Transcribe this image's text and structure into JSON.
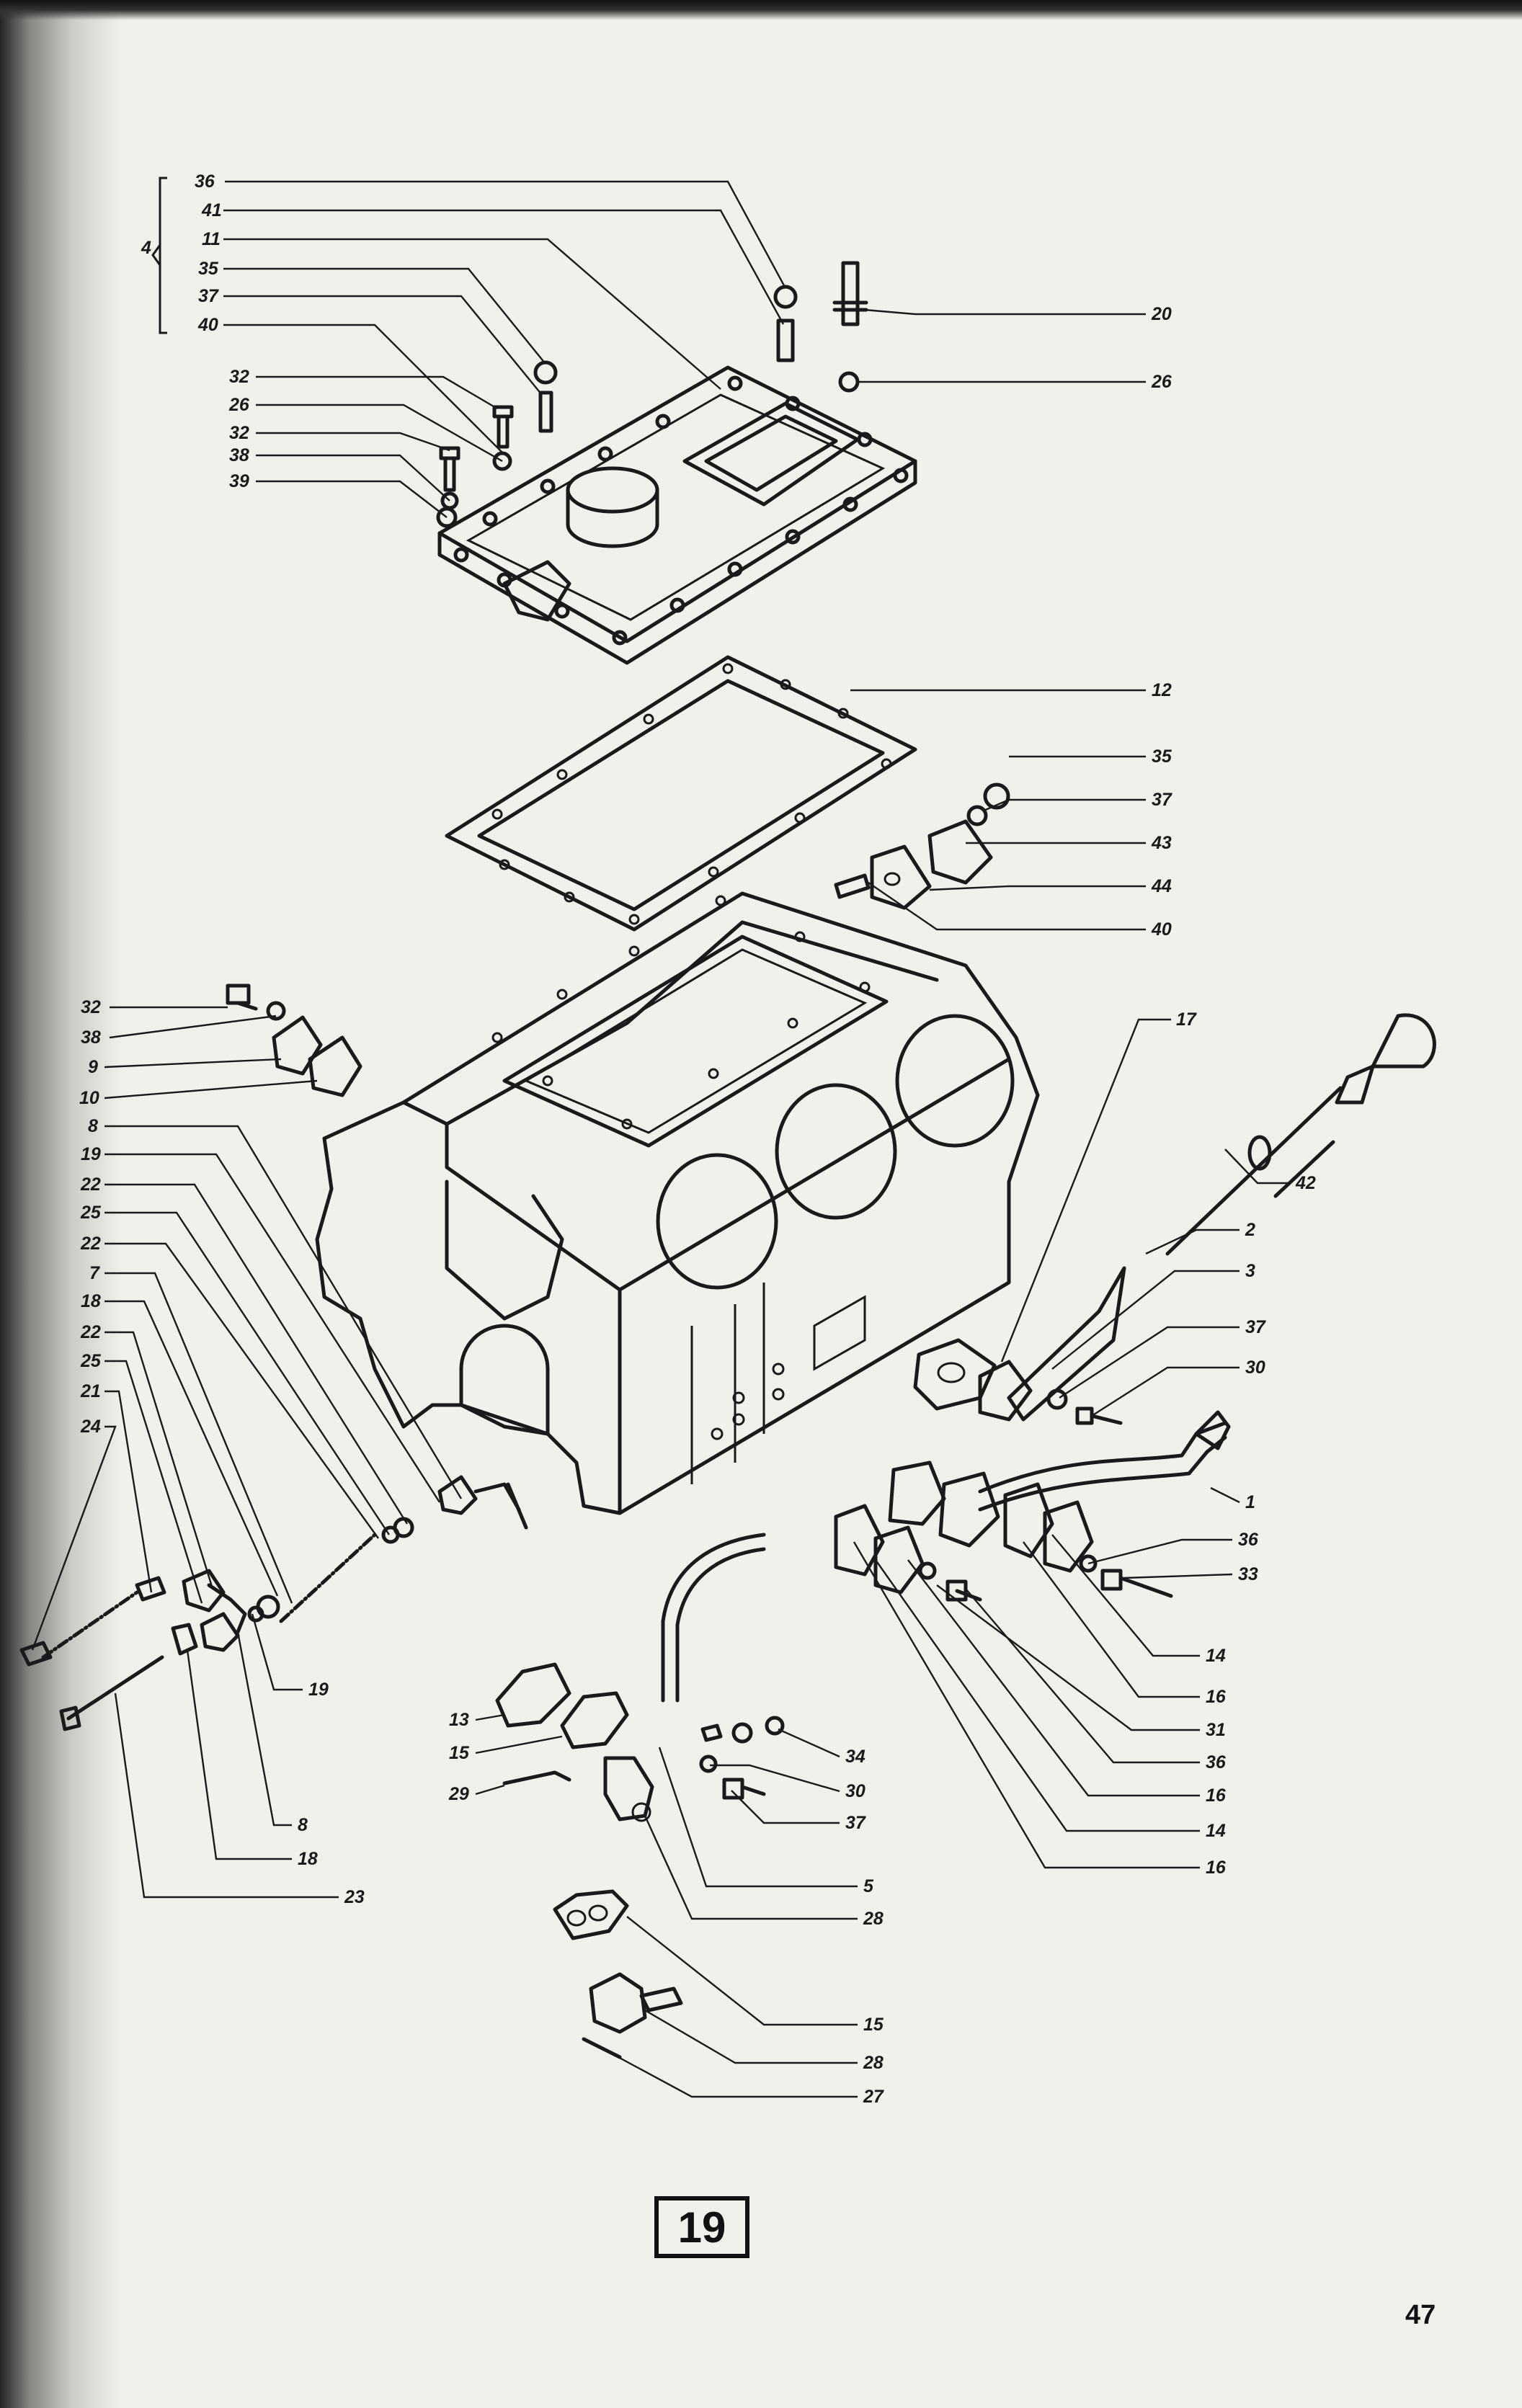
{
  "figure": {
    "number": "19",
    "page_number": "47"
  },
  "group_bracket": {
    "label": "4"
  },
  "callouts": [
    {
      "id": "c-36a",
      "text": "36"
    },
    {
      "id": "c-41",
      "text": "41"
    },
    {
      "id": "c-11",
      "text": "11"
    },
    {
      "id": "c-35a",
      "text": "35"
    },
    {
      "id": "c-37a",
      "text": "37"
    },
    {
      "id": "c-40a",
      "text": "40"
    },
    {
      "id": "c-32a",
      "text": "32"
    },
    {
      "id": "c-26a",
      "text": "26"
    },
    {
      "id": "c-32b",
      "text": "32"
    },
    {
      "id": "c-38a",
      "text": "38"
    },
    {
      "id": "c-39",
      "text": "39"
    },
    {
      "id": "c-20",
      "text": "20"
    },
    {
      "id": "c-26b",
      "text": "26"
    },
    {
      "id": "c-12",
      "text": "12"
    },
    {
      "id": "c-35b",
      "text": "35"
    },
    {
      "id": "c-37b",
      "text": "37"
    },
    {
      "id": "c-43",
      "text": "43"
    },
    {
      "id": "c-44",
      "text": "44"
    },
    {
      "id": "c-40b",
      "text": "40"
    },
    {
      "id": "c-32c",
      "text": "32"
    },
    {
      "id": "c-38b",
      "text": "38"
    },
    {
      "id": "c-9",
      "text": "9"
    },
    {
      "id": "c-10",
      "text": "10"
    },
    {
      "id": "c-8a",
      "text": "8"
    },
    {
      "id": "c-19a",
      "text": "19"
    },
    {
      "id": "c-22a",
      "text": "22"
    },
    {
      "id": "c-25a",
      "text": "25"
    },
    {
      "id": "c-22b",
      "text": "22"
    },
    {
      "id": "c-7",
      "text": "7"
    },
    {
      "id": "c-18a",
      "text": "18"
    },
    {
      "id": "c-22c",
      "text": "22"
    },
    {
      "id": "c-25b",
      "text": "25"
    },
    {
      "id": "c-21",
      "text": "21"
    },
    {
      "id": "c-24",
      "text": "24"
    },
    {
      "id": "c-17",
      "text": "17"
    },
    {
      "id": "c-42",
      "text": "42"
    },
    {
      "id": "c-2",
      "text": "2"
    },
    {
      "id": "c-3",
      "text": "3"
    },
    {
      "id": "c-37c",
      "text": "37"
    },
    {
      "id": "c-30a",
      "text": "30"
    },
    {
      "id": "c-1",
      "text": "1"
    },
    {
      "id": "c-36b",
      "text": "36"
    },
    {
      "id": "c-33",
      "text": "33"
    },
    {
      "id": "c-14a",
      "text": "14"
    },
    {
      "id": "c-16a",
      "text": "16"
    },
    {
      "id": "c-31",
      "text": "31"
    },
    {
      "id": "c-36c",
      "text": "36"
    },
    {
      "id": "c-16b",
      "text": "16"
    },
    {
      "id": "c-14b",
      "text": "14"
    },
    {
      "id": "c-16c",
      "text": "16"
    },
    {
      "id": "c-19b",
      "text": "19"
    },
    {
      "id": "c-8b",
      "text": "8"
    },
    {
      "id": "c-18b",
      "text": "18"
    },
    {
      "id": "c-23",
      "text": "23"
    },
    {
      "id": "c-13",
      "text": "13"
    },
    {
      "id": "c-15a",
      "text": "15"
    },
    {
      "id": "c-29",
      "text": "29"
    },
    {
      "id": "c-34",
      "text": "34"
    },
    {
      "id": "c-30b",
      "text": "30"
    },
    {
      "id": "c-37d",
      "text": "37"
    },
    {
      "id": "c-5",
      "text": "5"
    },
    {
      "id": "c-28a",
      "text": "28"
    },
    {
      "id": "c-15b",
      "text": "15"
    },
    {
      "id": "c-28b",
      "text": "28"
    },
    {
      "id": "c-27",
      "text": "27"
    }
  ]
}
